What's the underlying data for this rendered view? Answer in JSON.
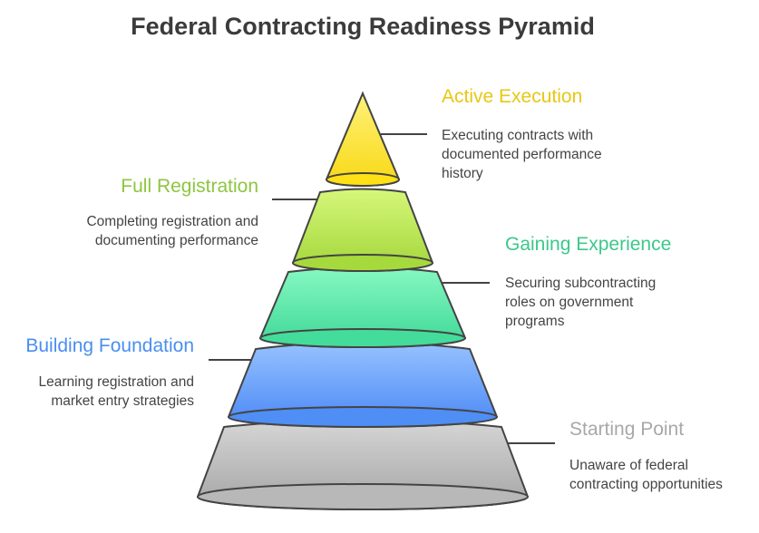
{
  "title": "Federal Contracting Readiness Pyramid",
  "levels": [
    {
      "label": "Active Execution",
      "description": "Executing contracts with\ndocumented performance\nhistory",
      "color": "#e8c713"
    },
    {
      "label": "Full Registration",
      "description": "Completing registration and\ndocumenting performance",
      "color": "#8dc63f"
    },
    {
      "label": "Gaining Experience",
      "description": "Securing subcontracting\nroles on government\nprograms",
      "color": "#3cc88a"
    },
    {
      "label": "Building Foundation",
      "description": "Learning registration and\nmarket entry strategies",
      "color": "#4a8ef0"
    },
    {
      "label": "Starting Point",
      "description": "Unaware of federal\ncontracting opportunities",
      "color": "#a8a8a8"
    }
  ]
}
